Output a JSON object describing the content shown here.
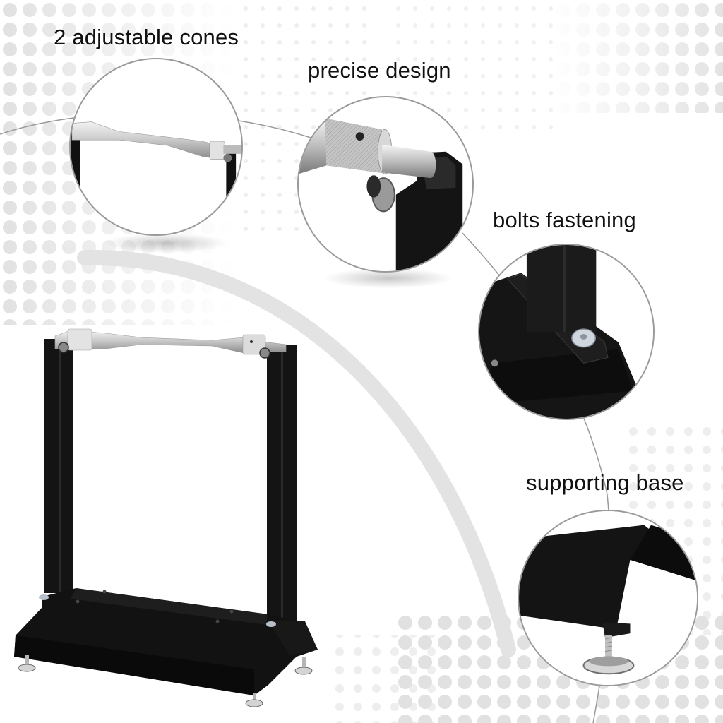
{
  "infographic": {
    "subject": "motorcycle wheel balancing stand",
    "background_color": "#ffffff",
    "dot_pattern_color": "#d9d9d9",
    "frame_color": "#111111",
    "metal_color": "#c8c8c8",
    "connector_line_color": "#9a9a9a",
    "features": [
      {
        "id": "cones",
        "label": "2 adjustable cones"
      },
      {
        "id": "precise",
        "label": "precise design"
      },
      {
        "id": "bolts",
        "label": "bolts fastening"
      },
      {
        "id": "base",
        "label": "supporting base"
      }
    ]
  }
}
